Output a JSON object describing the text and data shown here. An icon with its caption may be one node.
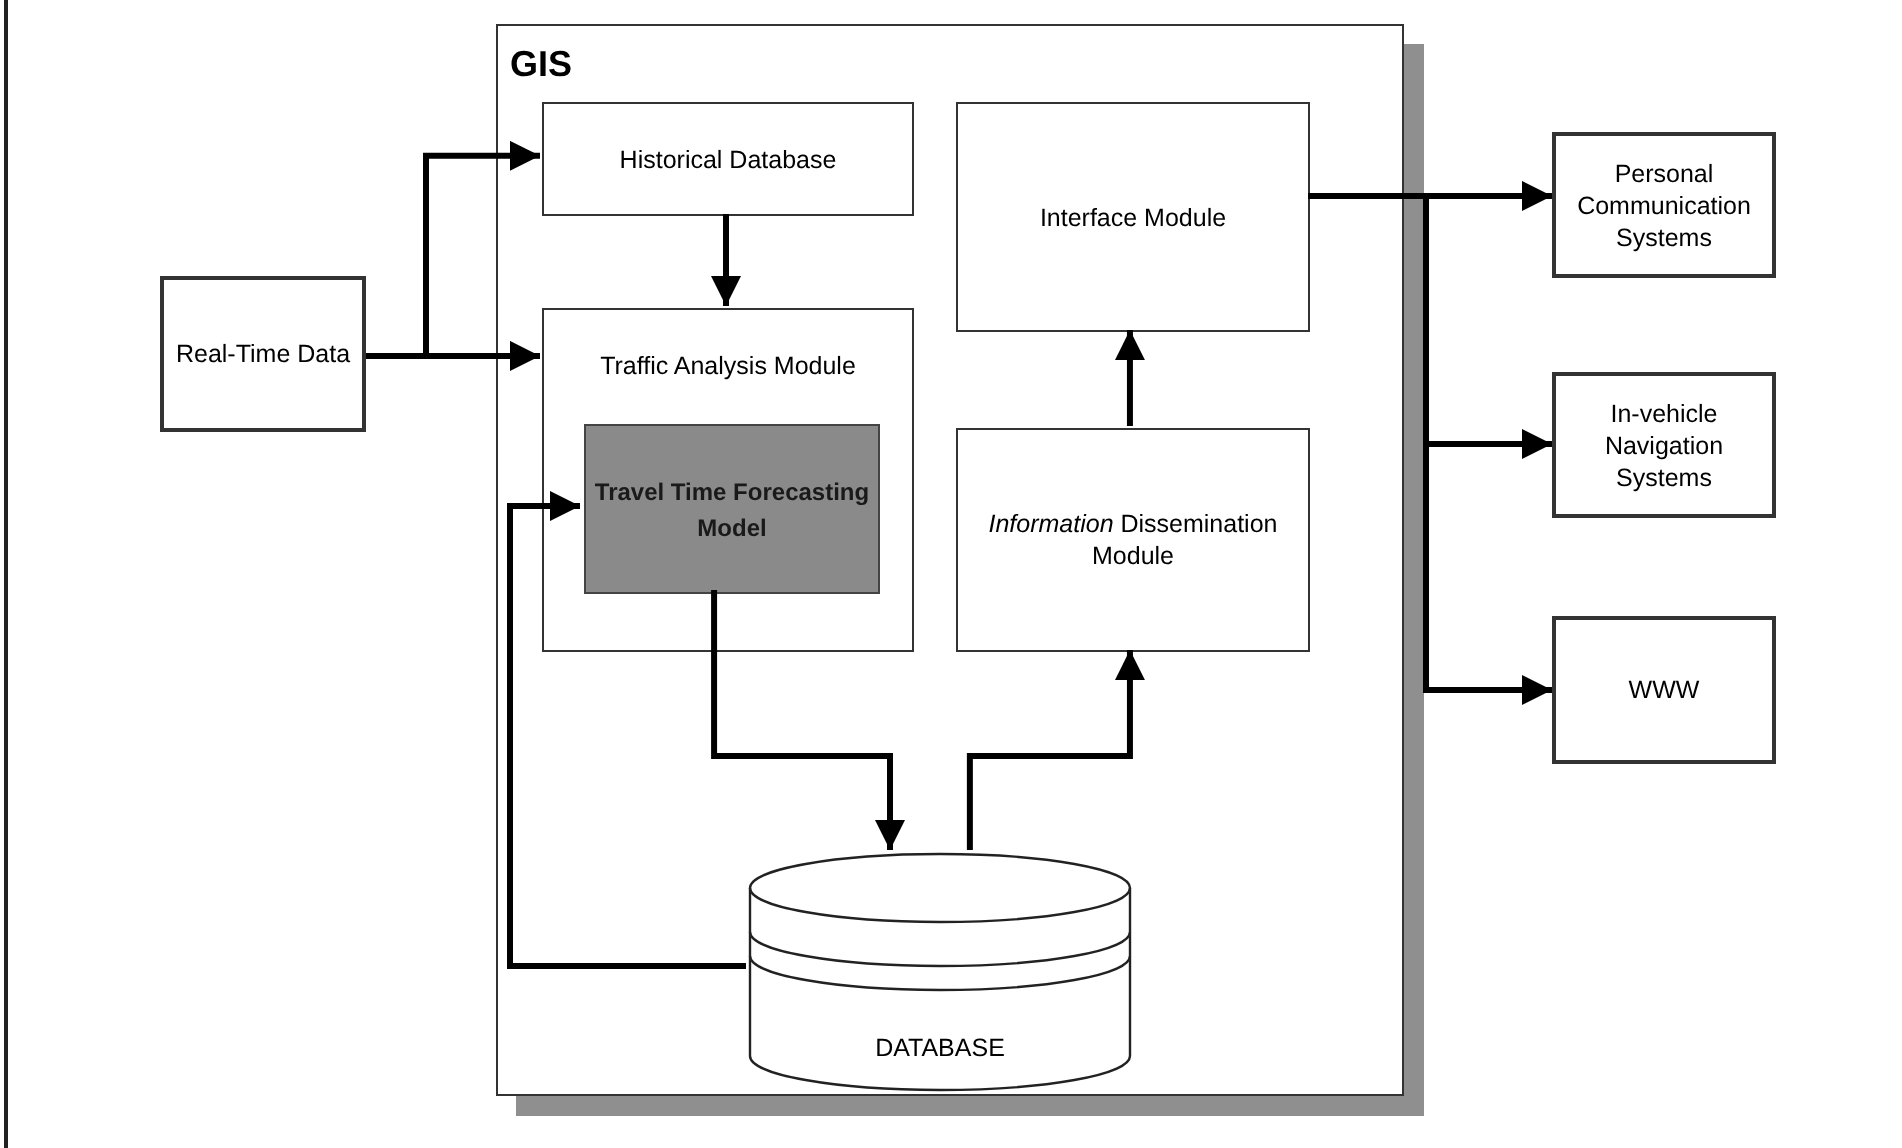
{
  "diagram": {
    "nodes": [
      {
        "text": [
          "GIS"
        ]
      },
      {
        "text": [
          "Historical Database"
        ],
        "in": 0
      },
      {
        "text": [
          "Traffic Analysis Module"
        ],
        "in": 0
      },
      {
        "text": [
          "Travel Time Forecasting Model"
        ],
        "in": 2
      },
      {
        "text": [
          "Interface Module"
        ],
        "in": 0
      },
      {
        "text": [
          "*Information* Dissemination Module"
        ],
        "in": 0
      },
      {
        "text": [
          "DATABASE"
        ],
        "in": 0
      },
      {
        "text": [
          "Real-Time Data"
        ]
      },
      {
        "text": [
          "Personal Communication Systems"
        ]
      },
      {
        "text": [
          "In-vehicle Navigation Systems"
        ]
      },
      {
        "text": [
          "WWW"
        ]
      }
    ],
    "edges": [
      {
        "from": 7,
        "to": 1,
        "arrow": "to"
      },
      {
        "from": 7,
        "to": 2,
        "arrow": "to"
      },
      {
        "from": 1,
        "to": 2,
        "arrow": "to"
      },
      {
        "from": 3,
        "to": 6,
        "arrow": "to"
      },
      {
        "from": 6,
        "to": 5,
        "arrow": "to"
      },
      {
        "from": 5,
        "to": 4,
        "arrow": "to"
      },
      {
        "from": 6,
        "to": 3,
        "arrow": "to"
      },
      {
        "from": 4,
        "to": 8,
        "arrow": "to"
      },
      {
        "from": 4,
        "to": 9,
        "arrow": "to"
      },
      {
        "from": 4,
        "to": 10,
        "arrow": "to"
      }
    ]
  }
}
